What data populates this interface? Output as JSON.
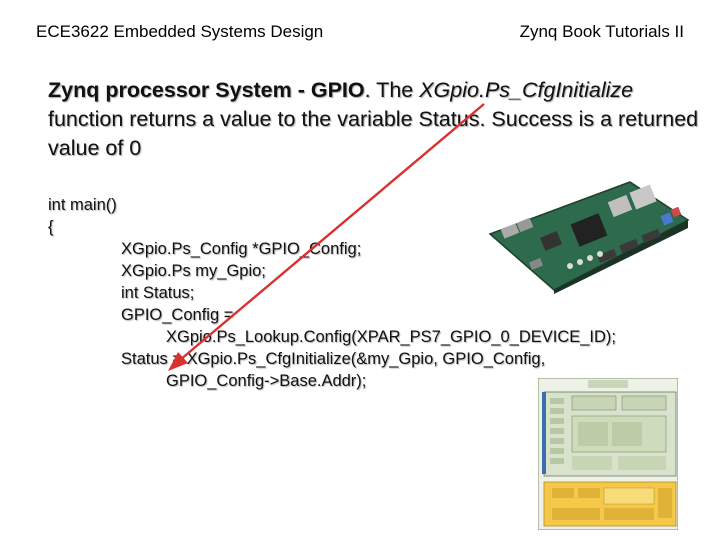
{
  "header": {
    "left": "ECE3622 Embedded Systems Design",
    "right": "Zynq Book Tutorials II"
  },
  "intro": {
    "part1": "Zynq processor System - GPIO",
    "part2": ". The ",
    "part3": "XGpio.Ps_CfgInitialize",
    "part4": " function returns a value to the variable Status. Success is a returned value of 0"
  },
  "code": {
    "l1": "int main()",
    "l2": "{",
    "l3": "XGpio.Ps_Config *GPIO_Config;",
    "l4": "XGpio.Ps my_Gpio;",
    "l5": "int Status;",
    "l6": "GPIO_Config =",
    "l7": "XGpio.Ps_Lookup.Config(XPAR_PS7_GPIO_0_DEVICE_ID);",
    "l8": "Status = XGpio.Ps_CfgInitialize(&my_Gpio, GPIO_Config,",
    "l9": "GPIO_Config->Base.Addr);"
  },
  "colors": {
    "arrow": "#d93030",
    "board_pcb": "#2e6a4c",
    "diagram_fill": "#f4c94a"
  },
  "images": {
    "board": "zybo-board-photo",
    "diagram": "zynq-processing-system-block-diagram"
  }
}
